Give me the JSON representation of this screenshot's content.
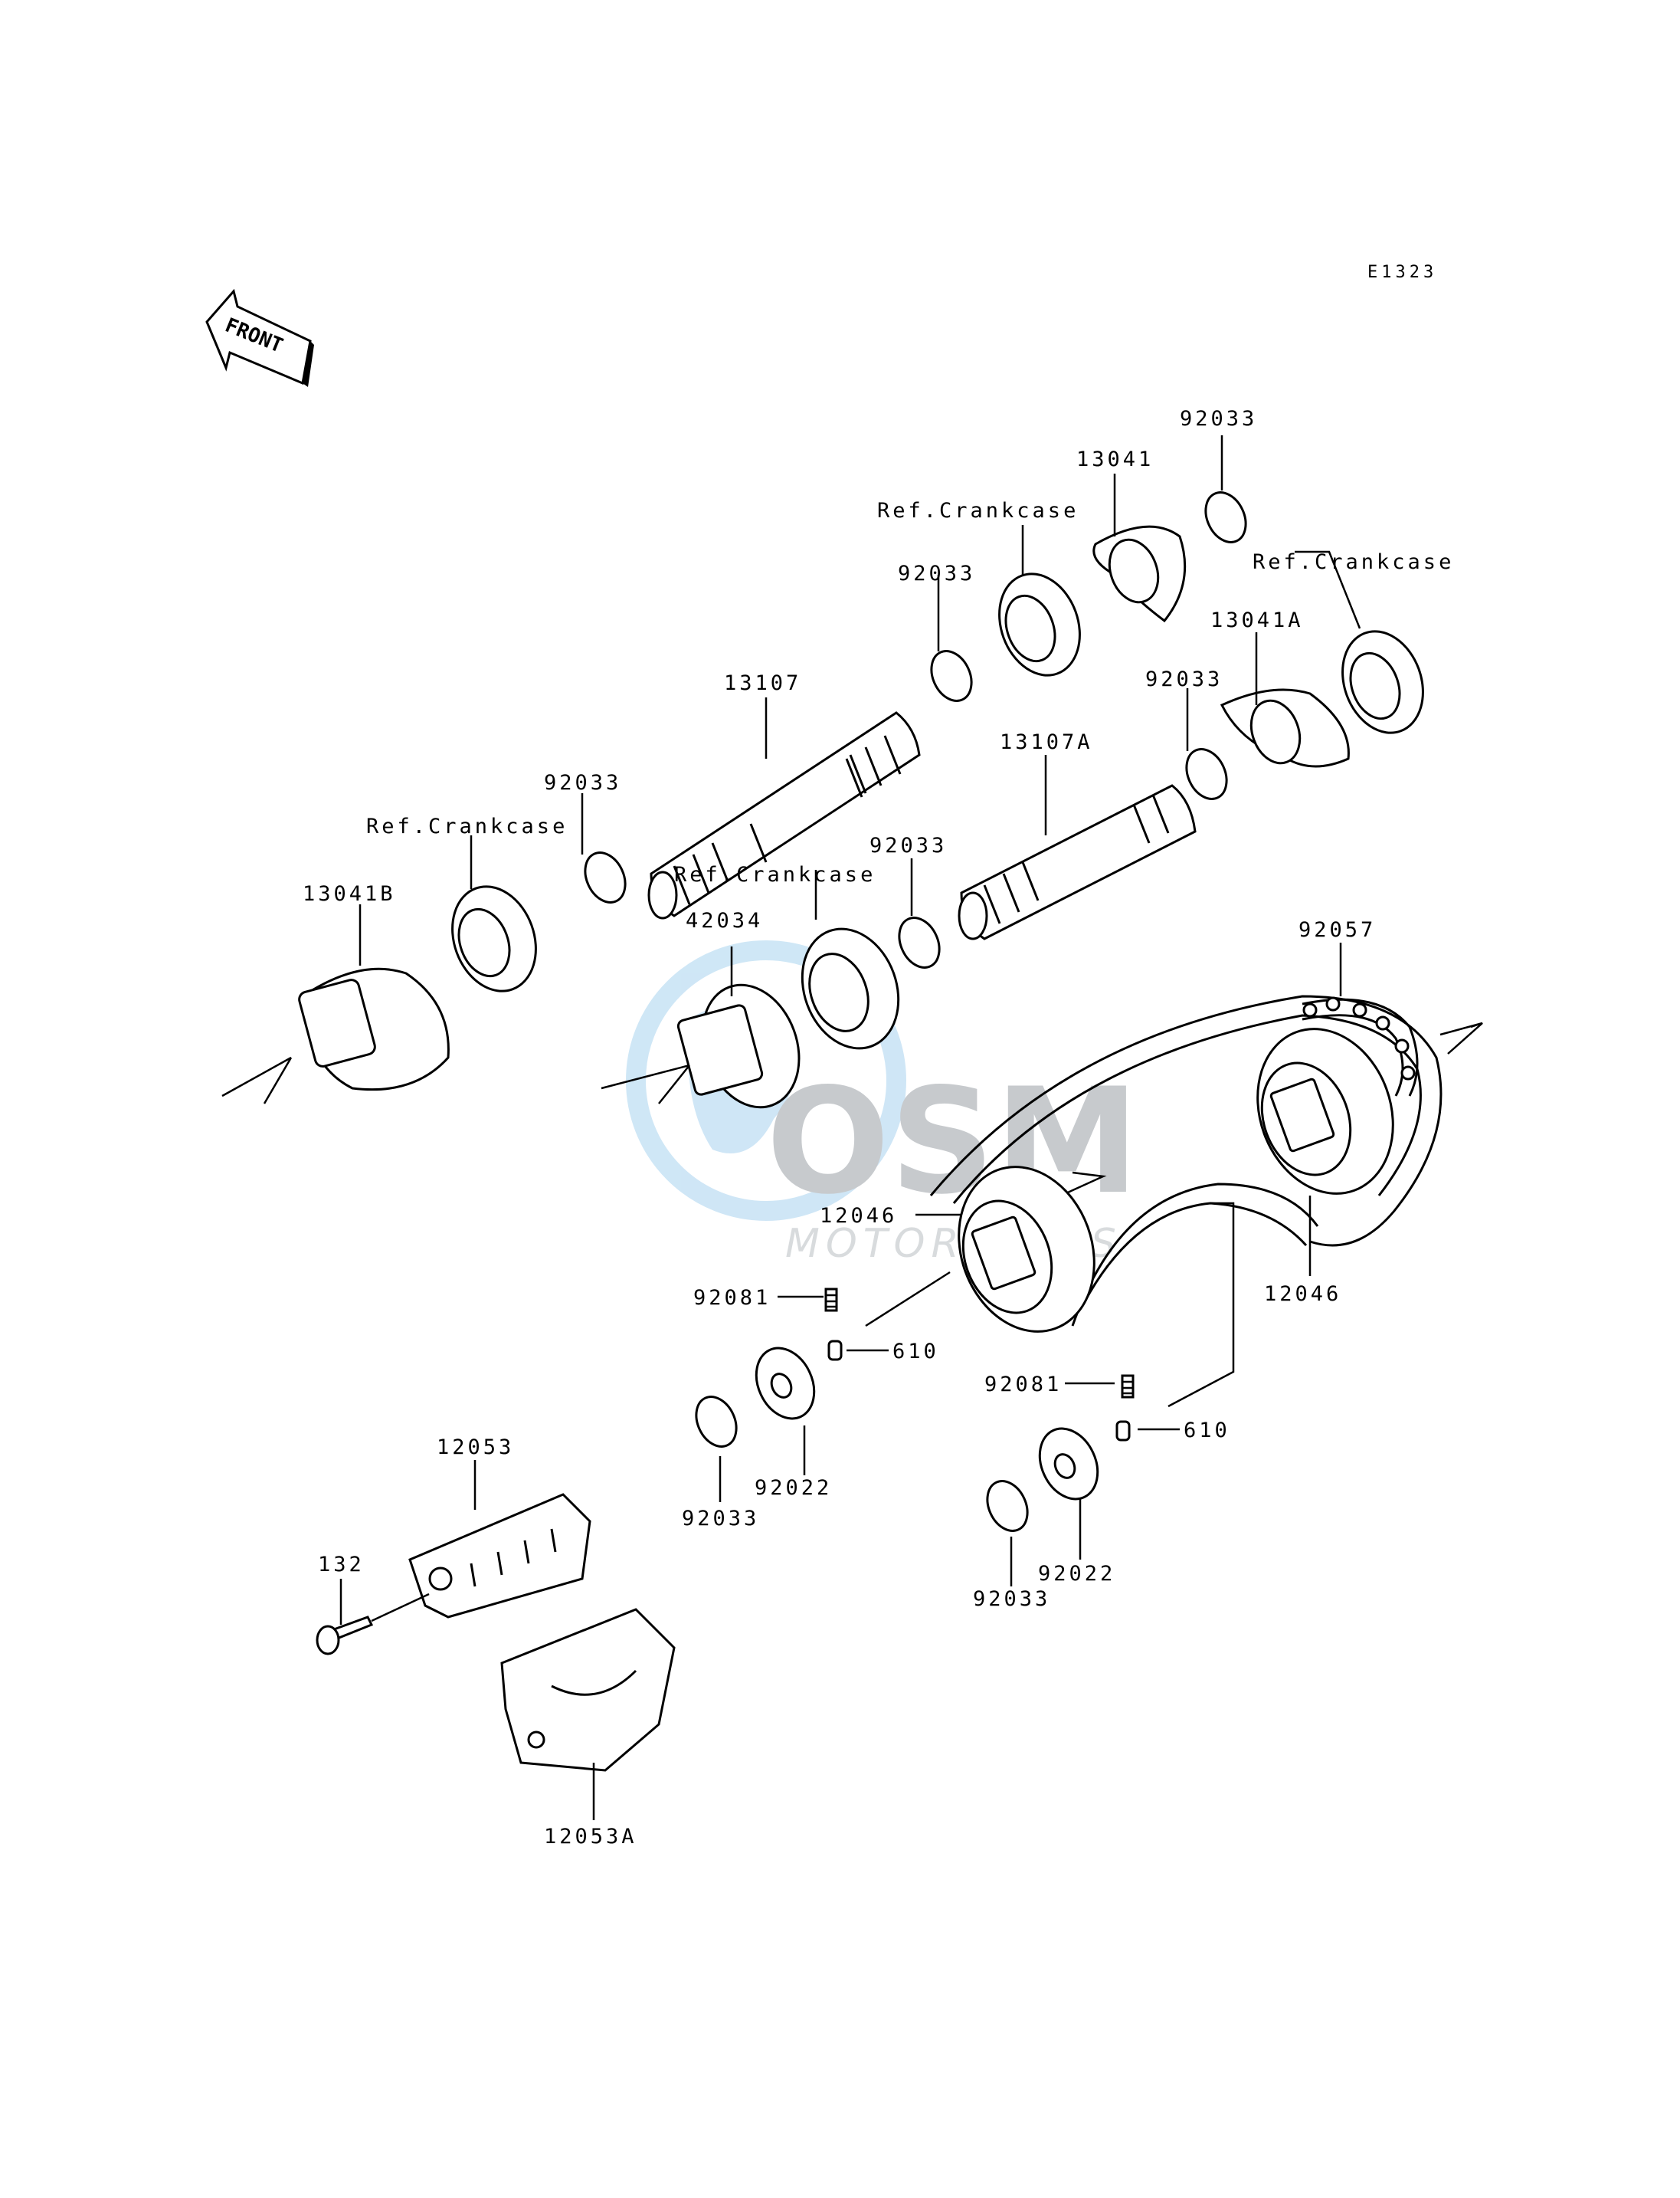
{
  "diagram": {
    "code": "E1323",
    "front_label": "FRONT",
    "watermark": {
      "brand": "OSM",
      "sub": "MOTORPARTS"
    },
    "callouts": {
      "c_92033_a": "92033",
      "c_13041": "13041",
      "c_refcrank_a": "Ref.Crankcase",
      "c_refcrank_b": "Ref.Crankcase",
      "c_92033_b": "92033",
      "c_13041A": "13041A",
      "c_92033_c": "92033",
      "c_13107": "13107",
      "c_13107A": "13107A",
      "c_92033_d": "92033",
      "c_refcrank_c": "Ref.Crankcase",
      "c_92033_e": "92033",
      "c_refcrank_d": "Ref.Crankcase",
      "c_13041B": "13041B",
      "c_42034": "42034",
      "c_92057": "92057",
      "c_12046_a": "12046",
      "c_12046_b": "12046",
      "c_92081_a": "92081",
      "c_610_a": "610",
      "c_92081_b": "92081",
      "c_610_b": "610",
      "c_92022_a": "92022",
      "c_92033_f": "92033",
      "c_92022_b": "92022",
      "c_92033_g": "92033",
      "c_12053": "12053",
      "c_132": "132",
      "c_12053A": "12053A"
    }
  }
}
